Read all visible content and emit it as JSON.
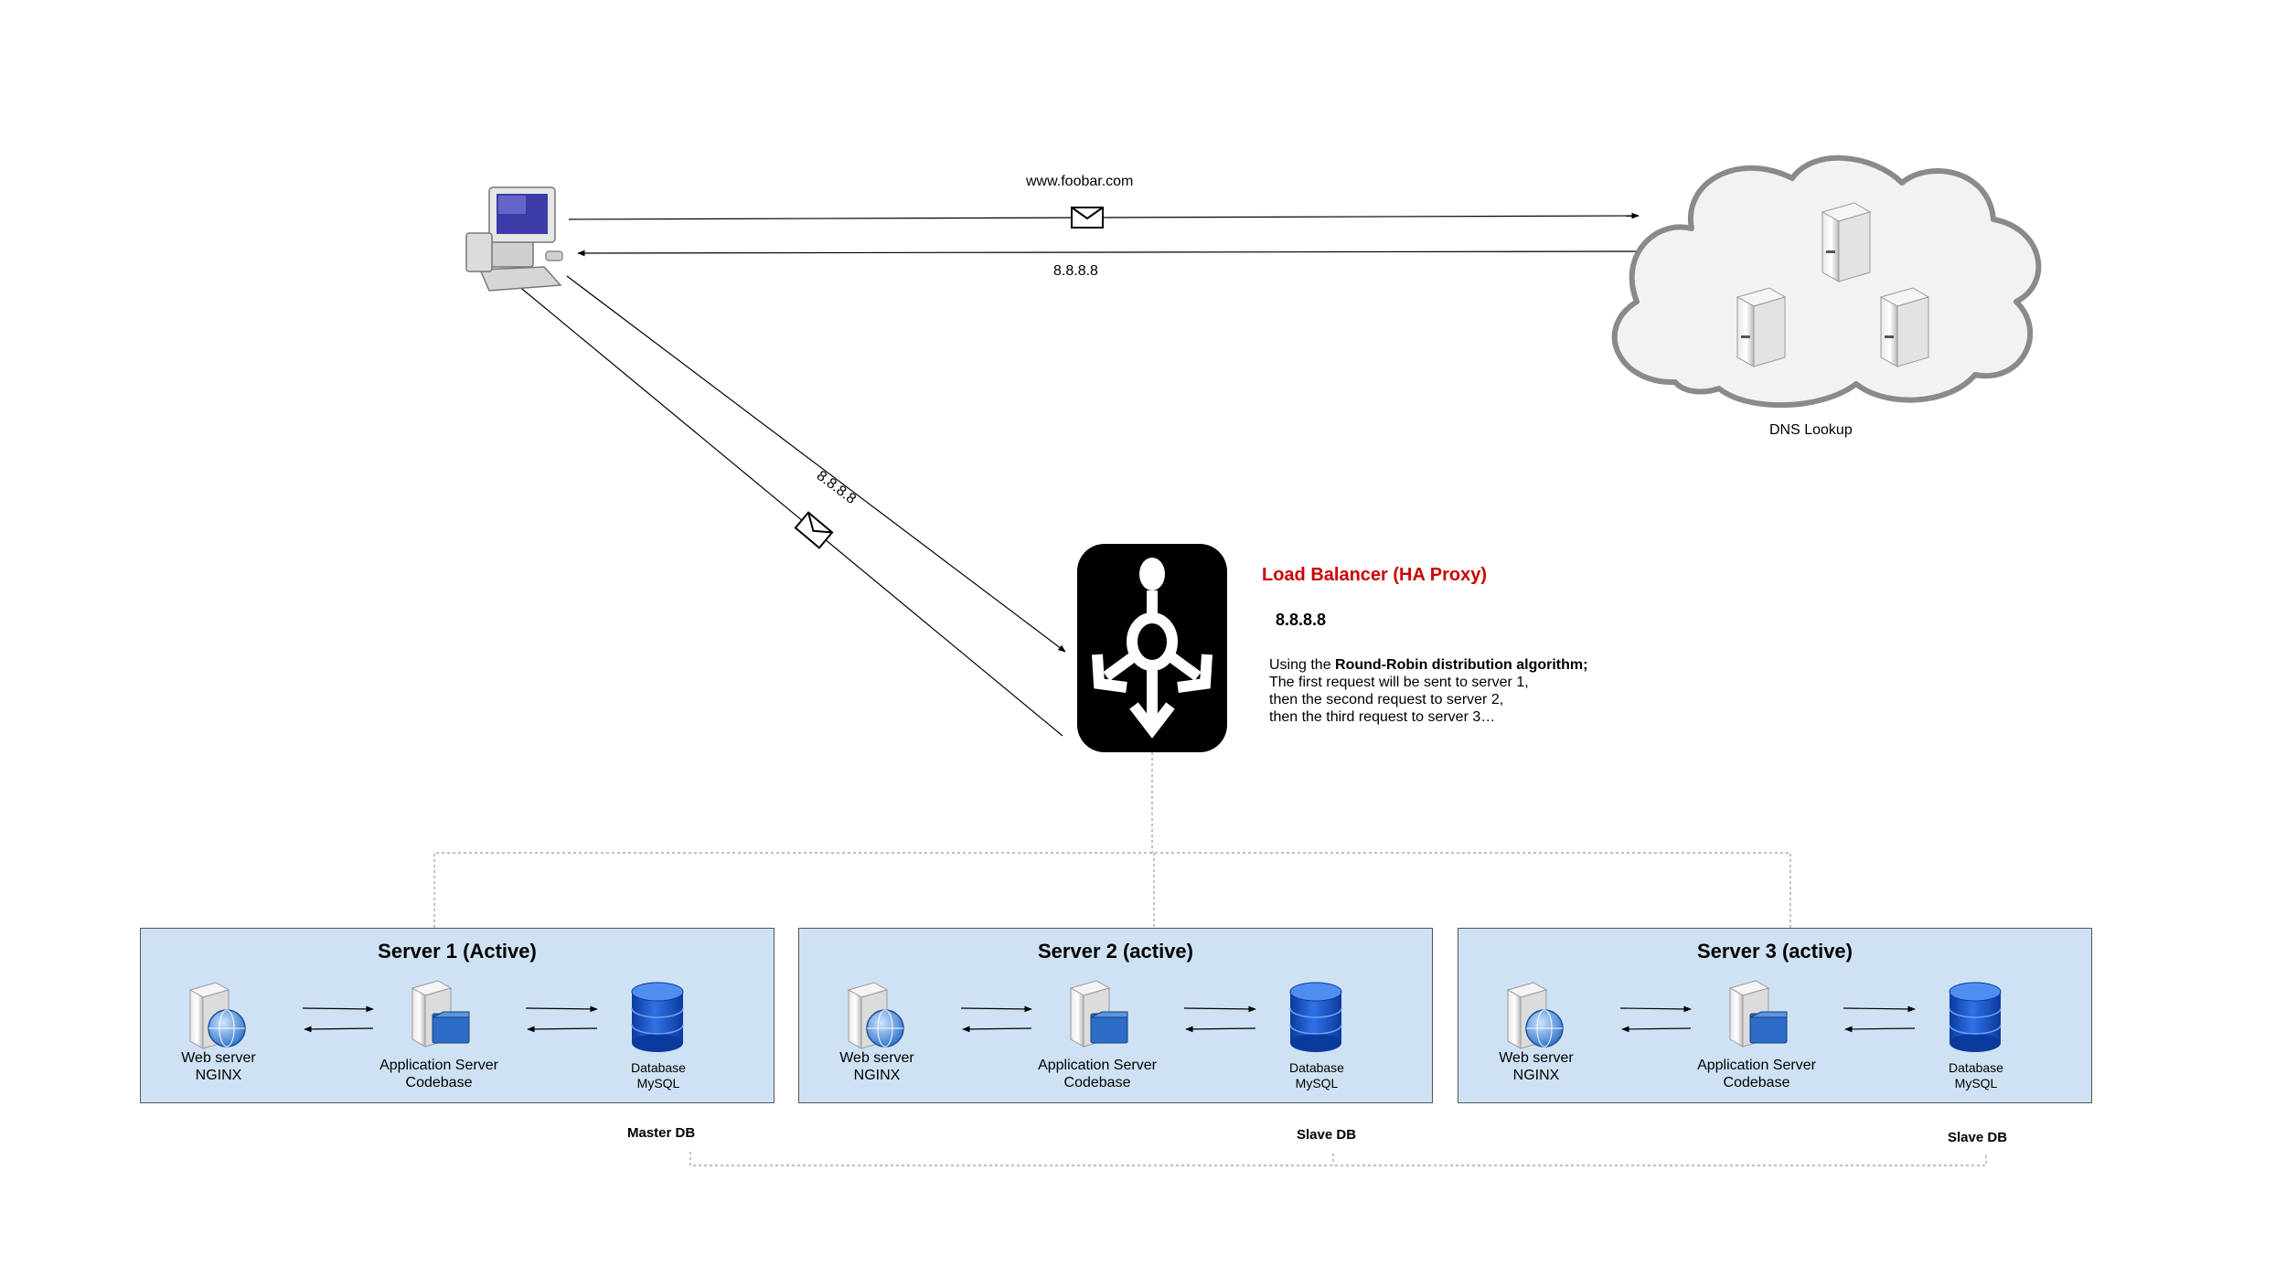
{
  "client": {
    "request_domain": "www.foobar.com",
    "dns_response": "8.8.8.8",
    "lb_request_ip": "8.8.8.8"
  },
  "dns": {
    "label": "DNS Lookup"
  },
  "load_balancer": {
    "title": "Load Balancer (HA Proxy)",
    "ip": "8.8.8.8",
    "desc_prefix": "Using the ",
    "desc_bold": "Round-Robin distribution algorithm;",
    "desc_lines": [
      "The first request will be sent to server 1,",
      "then the second request to server 2,",
      "then the third request to server 3…"
    ]
  },
  "servers": [
    {
      "title": "Server 1 (Active)",
      "web_label": "Web server",
      "web_sub": "NGINX",
      "app_label": "Application Server",
      "app_sub": "Codebase",
      "db_label": "Database",
      "db_sub": "MySQL",
      "db_role": "Master DB"
    },
    {
      "title": "Server 2 (active)",
      "web_label": "Web server",
      "web_sub": "NGINX",
      "app_label": "Application Server",
      "app_sub": "Codebase",
      "db_label": "Database",
      "db_sub": "MySQL",
      "db_role": "Slave DB"
    },
    {
      "title": "Server 3 (active)",
      "web_label": "Web server",
      "web_sub": "NGINX",
      "app_label": "Application Server",
      "app_sub": "Codebase",
      "db_label": "Database",
      "db_sub": "MySQL",
      "db_role": "Slave DB"
    }
  ],
  "icons": {
    "client": "desktop-computer-icon",
    "dns": "cloud-icon",
    "dns_server": "server-tower-icon",
    "load_balancer": "load-balancer-icon",
    "web_server": "web-server-icon",
    "app_server": "app-server-icon",
    "database": "database-icon",
    "message": "envelope-icon"
  },
  "colors": {
    "server_box": "#cfe2f3",
    "lb_title": "#cc0000",
    "db_blue": "#1a56c4"
  }
}
